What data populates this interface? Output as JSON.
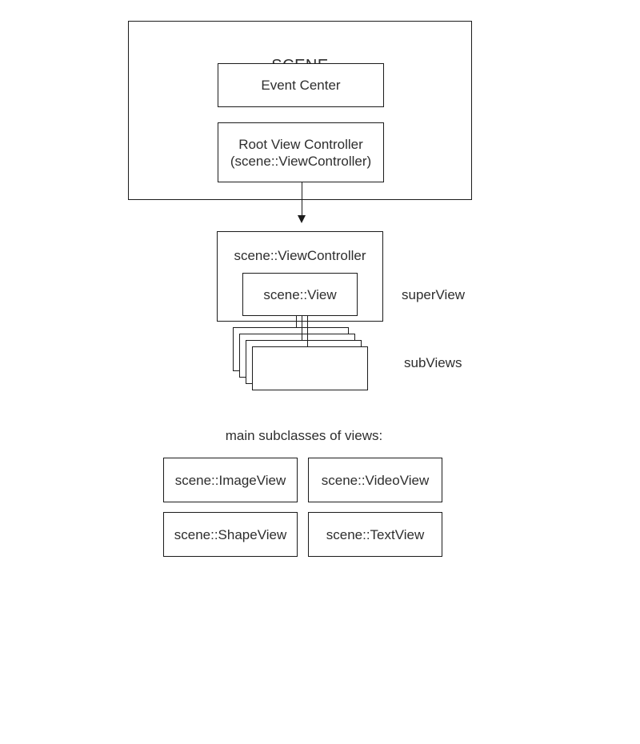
{
  "scene": {
    "title": "SCENE",
    "event_center_label": "Event Center",
    "root_vc_line1": "Root View Controller",
    "root_vc_line2": "(scene::ViewController)"
  },
  "controller": {
    "title": "scene::ViewController",
    "view_label": "scene::View",
    "superview_label": "superView",
    "subviews_label": "subViews"
  },
  "subclasses": {
    "heading": "main subclasses of views:",
    "items": [
      "scene::ImageView",
      "scene::VideoView",
      "scene::ShapeView",
      "scene::TextView"
    ]
  },
  "colors": {
    "border": "#1c1c1c",
    "text": "#2e2e2e",
    "background": "#ffffff"
  }
}
